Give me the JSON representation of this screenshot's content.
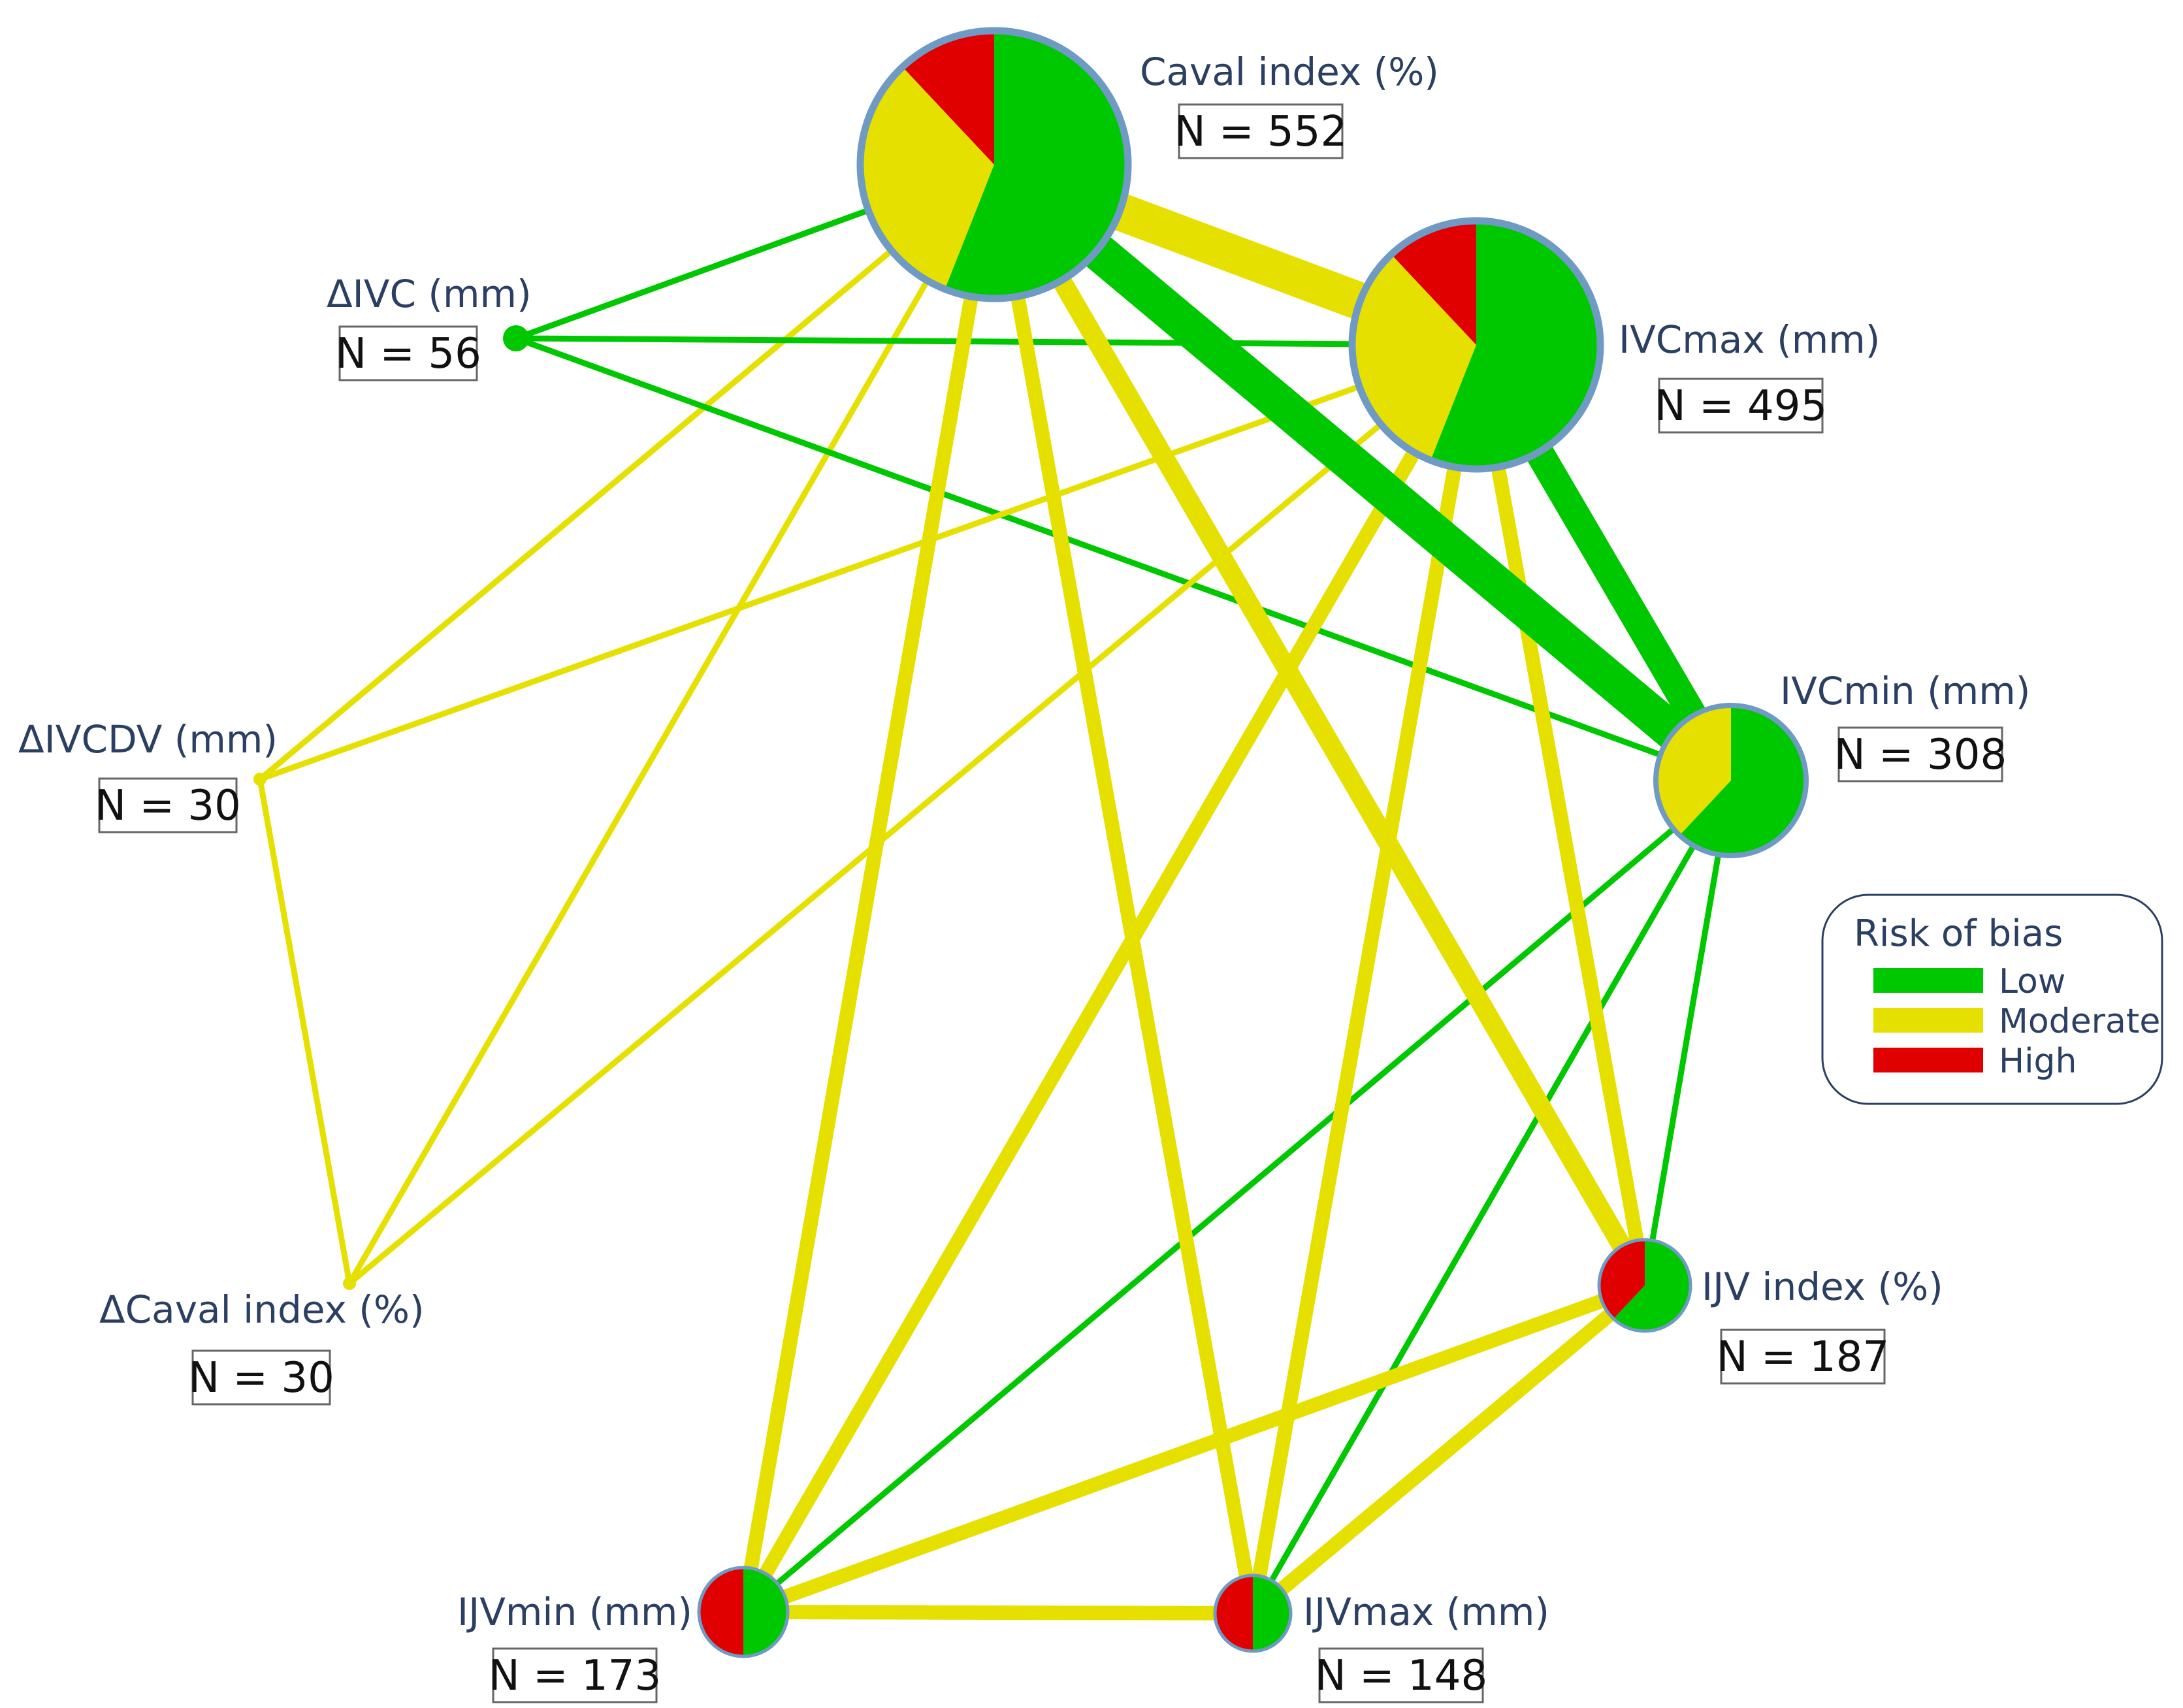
{
  "colors": {
    "low": "#00c800",
    "moderate": "#e6e000",
    "high": "#e00000",
    "ring": "#6f9ac4"
  },
  "nodes": [
    {
      "id": "caval_index",
      "label": "Caval index (%)",
      "n": "N = 552",
      "low": 0.56,
      "moderate": 0.32,
      "high": 0.12,
      "ring": true
    },
    {
      "id": "ivcmax",
      "label": "IVCmax (mm)",
      "n": "N = 495",
      "low": 0.56,
      "moderate": 0.32,
      "high": 0.12,
      "ring": true
    },
    {
      "id": "ivcmin",
      "label": "IVCmin (mm)",
      "n": "N = 308",
      "low": 0.62,
      "moderate": 0.38,
      "high": 0,
      "ring": true
    },
    {
      "id": "ijv_index",
      "label": "IJV index (%)",
      "n": "N = 187",
      "low": 0.62,
      "moderate": 0,
      "high": 0.38,
      "ring": true
    },
    {
      "id": "ijvmax",
      "label": "IJVmax (mm)",
      "n": "N = 148",
      "low": 0.5,
      "moderate": 0,
      "high": 0.5,
      "ring": true
    },
    {
      "id": "ijvmin",
      "label": "IJVmin (mm)",
      "n": "N = 173",
      "low": 0.5,
      "moderate": 0,
      "high": 0.5,
      "ring": true
    },
    {
      "id": "dcaval_index",
      "label": "ΔCaval index (%)",
      "n": "N = 30",
      "low": 0,
      "moderate": 1,
      "high": 0,
      "ring": false
    },
    {
      "id": "divcdv",
      "label": "ΔIVCDV (mm)",
      "n": "N = 30",
      "low": 0,
      "moderate": 1,
      "high": 0,
      "ring": false
    },
    {
      "id": "divc",
      "label": "ΔIVC (mm)",
      "n": "N = 56",
      "low": 1,
      "moderate": 0,
      "high": 0,
      "ring": false
    }
  ],
  "edges": [
    {
      "from": "caval_index",
      "to": "divc",
      "risk": "low",
      "weight": 1
    },
    {
      "from": "caval_index",
      "to": "ivcmax",
      "risk": "moderate",
      "weight": 5
    },
    {
      "from": "caval_index",
      "to": "ivcmin",
      "risk": "low",
      "weight": 5
    },
    {
      "from": "caval_index",
      "to": "ijv_index",
      "risk": "moderate",
      "weight": 3
    },
    {
      "from": "caval_index",
      "to": "ijvmax",
      "risk": "moderate",
      "weight": 2
    },
    {
      "from": "caval_index",
      "to": "ijvmin",
      "risk": "moderate",
      "weight": 2
    },
    {
      "from": "caval_index",
      "to": "divcdv",
      "risk": "moderate",
      "weight": 1
    },
    {
      "from": "caval_index",
      "to": "dcaval_index",
      "risk": "moderate",
      "weight": 1
    },
    {
      "from": "divc",
      "to": "ivcmax",
      "risk": "low",
      "weight": 1
    },
    {
      "from": "divc",
      "to": "ivcmin",
      "risk": "low",
      "weight": 1
    },
    {
      "from": "ivcmax",
      "to": "ivcmin",
      "risk": "low",
      "weight": 4
    },
    {
      "from": "ivcmax",
      "to": "ijv_index",
      "risk": "moderate",
      "weight": 2
    },
    {
      "from": "ivcmax",
      "to": "ijvmax",
      "risk": "moderate",
      "weight": 2
    },
    {
      "from": "ivcmax",
      "to": "ijvmin",
      "risk": "moderate",
      "weight": 2
    },
    {
      "from": "ivcmax",
      "to": "divcdv",
      "risk": "moderate",
      "weight": 1
    },
    {
      "from": "ivcmax",
      "to": "dcaval_index",
      "risk": "moderate",
      "weight": 1
    },
    {
      "from": "ivcmin",
      "to": "ijv_index",
      "risk": "low",
      "weight": 1
    },
    {
      "from": "ivcmin",
      "to": "ijvmax",
      "risk": "low",
      "weight": 1
    },
    {
      "from": "ivcmin",
      "to": "ijvmin",
      "risk": "low",
      "weight": 1
    },
    {
      "from": "ijv_index",
      "to": "ijvmin",
      "risk": "moderate",
      "weight": 2
    },
    {
      "from": "ijv_index",
      "to": "ijvmax",
      "risk": "moderate",
      "weight": 2
    },
    {
      "from": "ijvmin",
      "to": "ijvmax",
      "risk": "moderate",
      "weight": 2
    },
    {
      "from": "divcdv",
      "to": "dcaval_index",
      "risk": "moderate",
      "weight": 1
    }
  ],
  "legend": {
    "title": "Risk of bias",
    "items": [
      {
        "label": "Low",
        "risk": "low"
      },
      {
        "label": "Moderate",
        "risk": "moderate"
      },
      {
        "label": "High",
        "risk": "high"
      }
    ]
  }
}
